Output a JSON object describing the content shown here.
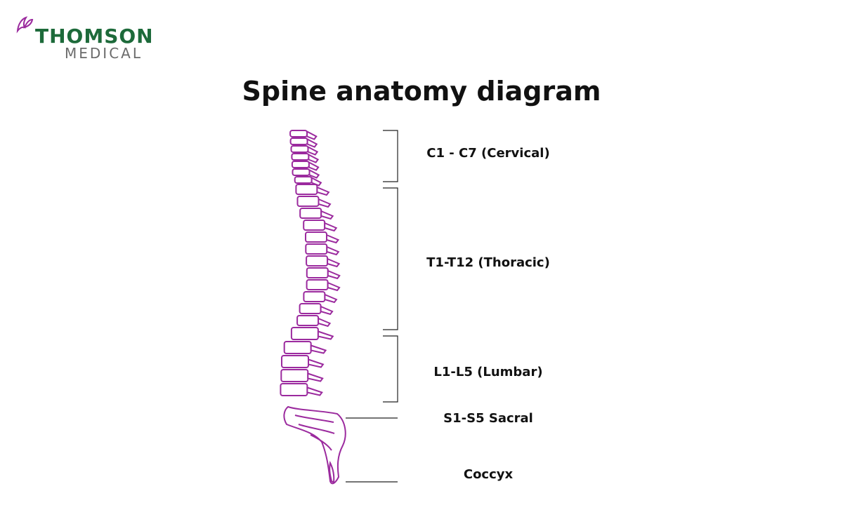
{
  "brand": {
    "name_top": "THOMSON",
    "name_bottom": "MEDICAL",
    "mark_icon": "butterfly-logo-icon",
    "green": "#1d6a3a",
    "gray": "#6b6b6b"
  },
  "title": "Spine anatomy diagram",
  "spine_color": "#9b2a9e",
  "regions": [
    {
      "label": "C1 - C7 (Cervical)"
    },
    {
      "label": "T1-T12 (Thoracic)"
    },
    {
      "label": "L1-L5 (Lumbar)"
    },
    {
      "label": "S1-S5 Sacral"
    },
    {
      "label": "Coccyx"
    }
  ]
}
